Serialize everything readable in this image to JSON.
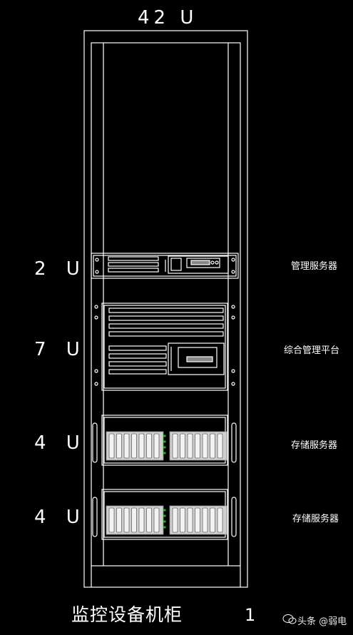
{
  "cabinet": {
    "capacity_label": "42 U",
    "title": "监控设备机柜",
    "sheet_number": "1",
    "watermark": "头条 @弱电"
  },
  "devices": [
    {
      "u_label": "2 U",
      "name": "管理服务器"
    },
    {
      "u_label": "7 U",
      "name": "综合管理平台"
    },
    {
      "u_label": "4 U",
      "name": "存储服务器"
    },
    {
      "u_label": "4 U",
      "name": "存储服务器"
    }
  ],
  "colors": {
    "background": "#000000",
    "line": "#ffffff",
    "disk_fill": "#cfcfcf",
    "indicator": "#00d000"
  }
}
